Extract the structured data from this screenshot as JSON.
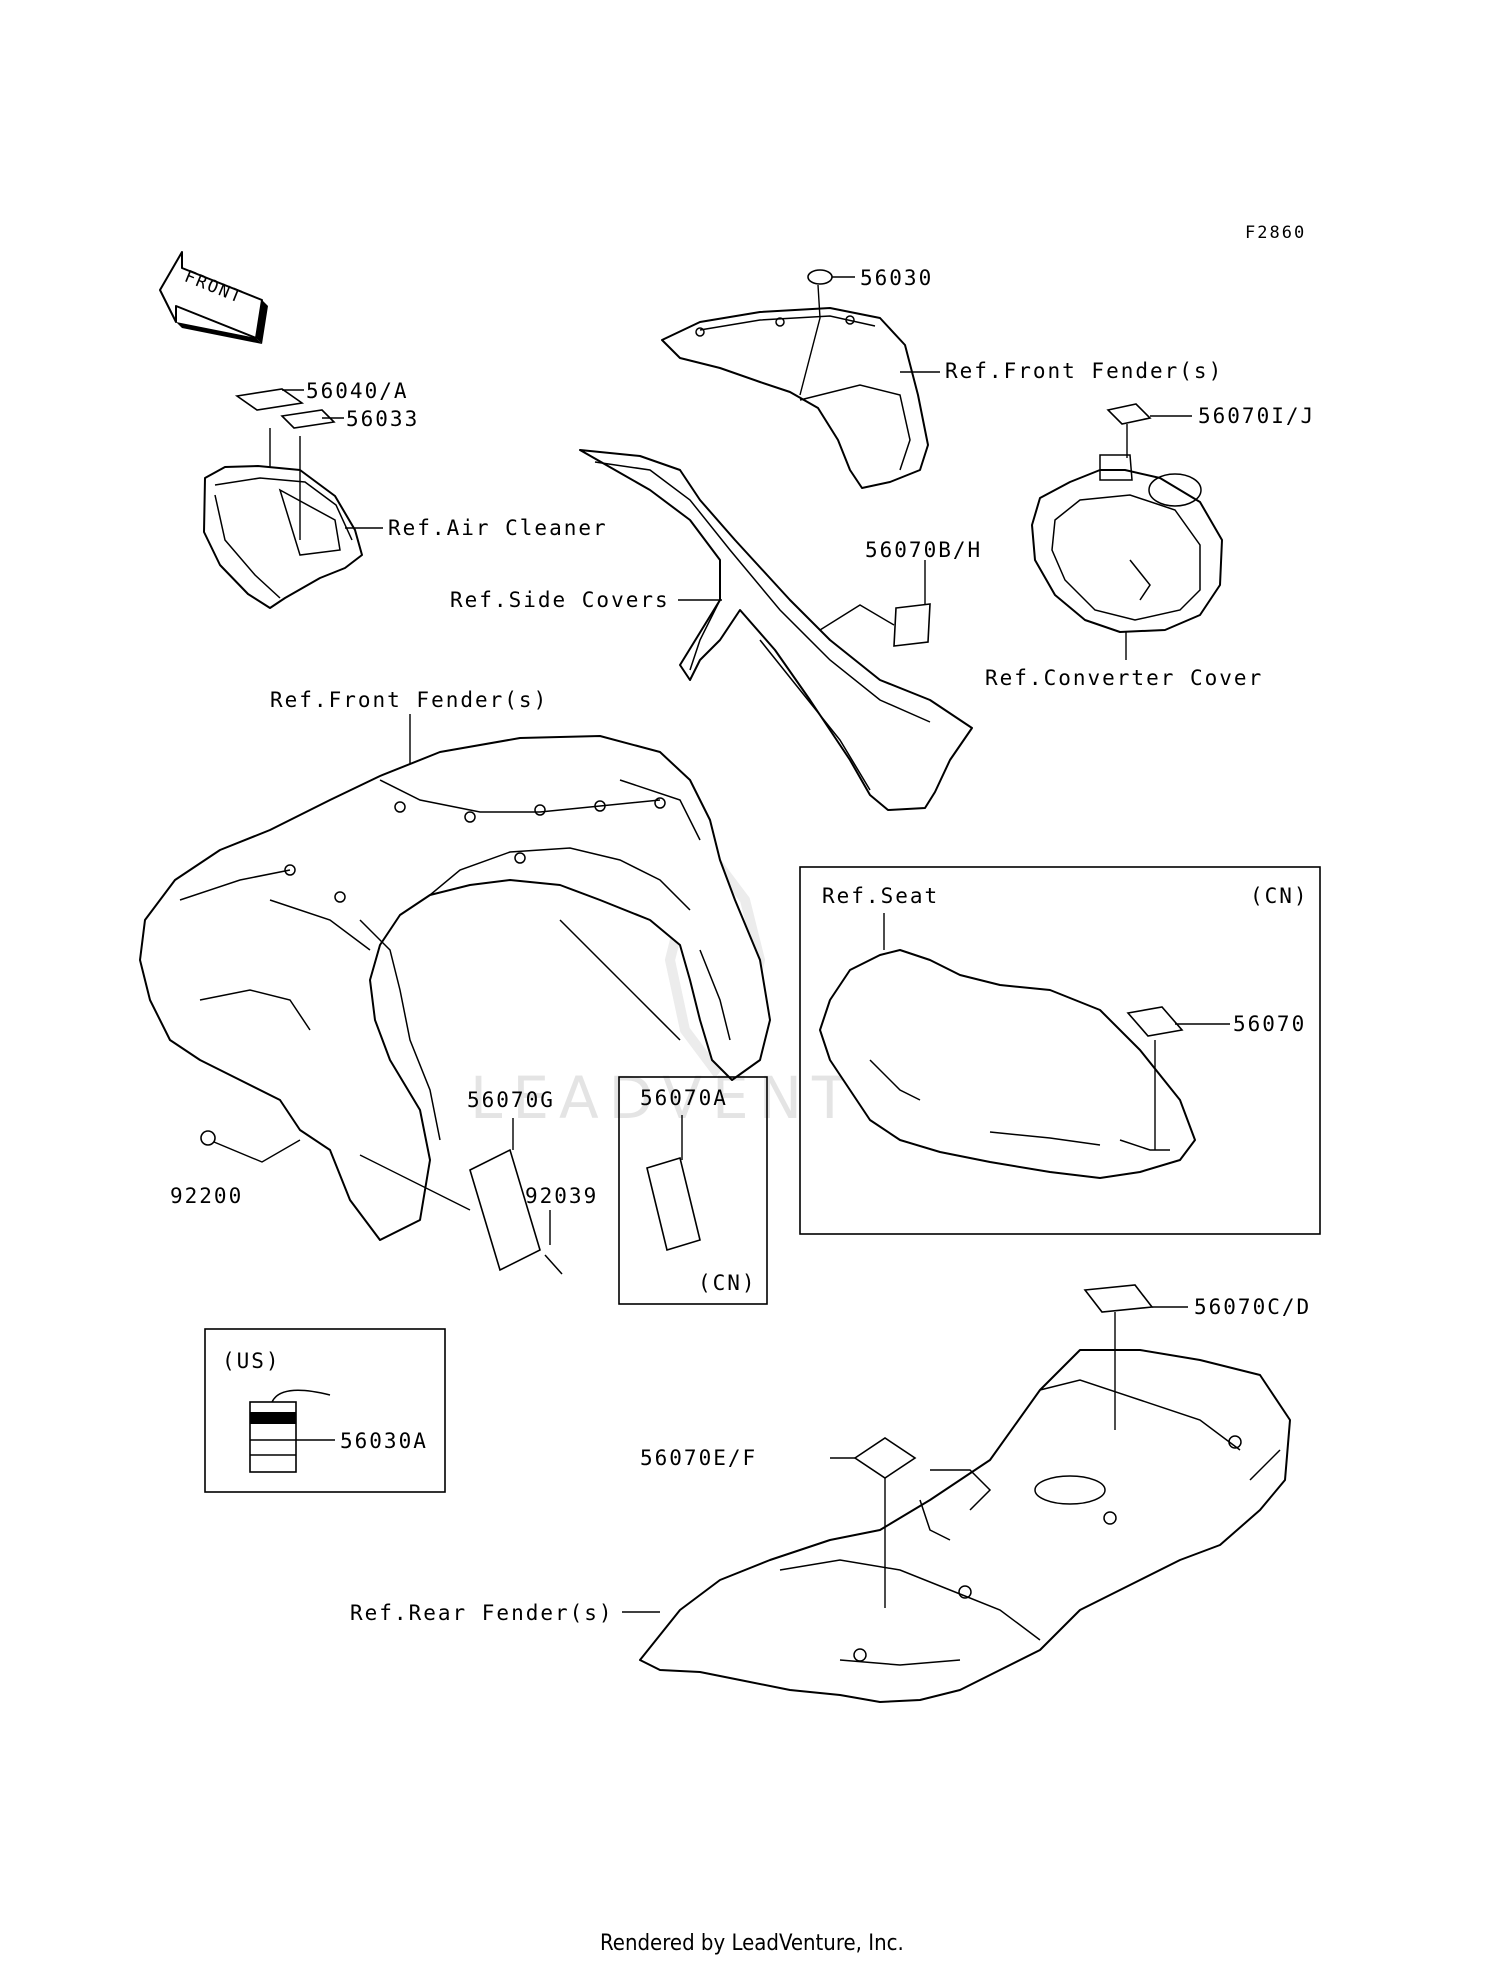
{
  "figure_code": "F2860",
  "front_label": "FRONT",
  "watermark": "LEADVENTURE",
  "footer": "Rendered by LeadVenture, Inc.",
  "parts": {
    "p56030": "56030",
    "p56040a": "56040/A",
    "p56033": "56033",
    "p56070ij": "56070I/J",
    "p56070bh": "56070B/H",
    "p56070g": "56070G",
    "p56070a": "56070A",
    "p92039": "92039",
    "p92200": "92200",
    "p56070": "56070",
    "p56070cd": "56070C/D",
    "p56070ef": "56070E/F",
    "p56030a": "56030A"
  },
  "refs": {
    "front_fender_top": "Ref.Front Fender(s)",
    "air_cleaner": "Ref.Air Cleaner",
    "side_covers": "Ref.Side Covers",
    "converter_cover": "Ref.Converter Cover",
    "front_fender_main": "Ref.Front Fender(s)",
    "seat": "Ref.Seat",
    "rear_fender": "Ref.Rear Fender(s)"
  },
  "regions": {
    "cn_seat": "(CN)",
    "cn_56070a": "(CN)",
    "us_box": "(US)"
  }
}
